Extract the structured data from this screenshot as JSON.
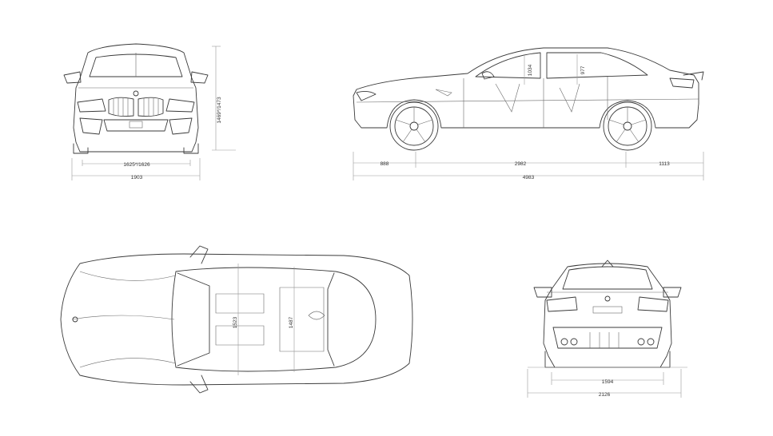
{
  "dimensions": {
    "front_track": "1625*/1626",
    "front_width": "1903",
    "front_height": "1469*/1473",
    "front_overhang": "888",
    "wheelbase": "2982",
    "rear_overhang": "1113",
    "length": "4983",
    "front_headroom": "1034",
    "rear_headroom": "977",
    "front_shoulder": "1523",
    "rear_shoulder": "1487",
    "rear_track": "1594",
    "mirror_width": "2126"
  },
  "colors": {
    "line": "#3a3a3a",
    "dimension": "#9a9a9a",
    "background": "#ffffff"
  }
}
